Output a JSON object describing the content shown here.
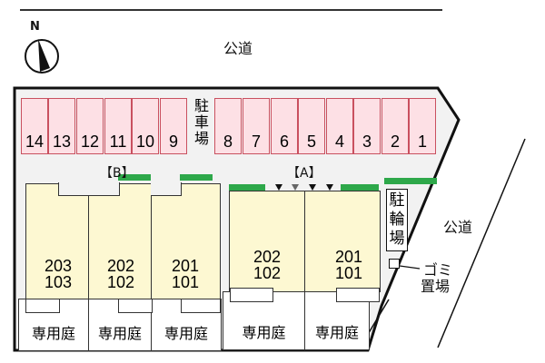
{
  "roads": {
    "north": "公道",
    "east": "公道"
  },
  "compass": {
    "label": "N"
  },
  "parking": {
    "label": "駐車場",
    "left_stalls": [
      "14",
      "13",
      "12",
      "11",
      "10",
      "9"
    ],
    "right_stalls": [
      "8",
      "7",
      "6",
      "5",
      "4",
      "3",
      "2",
      "1"
    ]
  },
  "building_b": {
    "label": "【B】",
    "units": [
      {
        "upper": "203",
        "lower": "103"
      },
      {
        "upper": "202",
        "lower": "102"
      },
      {
        "upper": "201",
        "lower": "101"
      }
    ],
    "gardens": [
      "専用庭",
      "専用庭",
      "専用庭"
    ]
  },
  "building_a": {
    "label": "【A】",
    "units": [
      {
        "upper": "202",
        "lower": "102"
      },
      {
        "upper": "201",
        "lower": "101"
      }
    ],
    "gardens": [
      "専用庭",
      "専用庭"
    ]
  },
  "bicycle_parking": {
    "label": "駐輪場"
  },
  "garbage": {
    "label_line1": "ゴミ",
    "label_line2": "置場"
  },
  "colors": {
    "parking_fill": "#fde0e5",
    "parking_border": "#c9505f",
    "unit_fill": "#fdf8d2",
    "green_bar": "#2ea84a",
    "site_fill": "#f2f2f2"
  }
}
